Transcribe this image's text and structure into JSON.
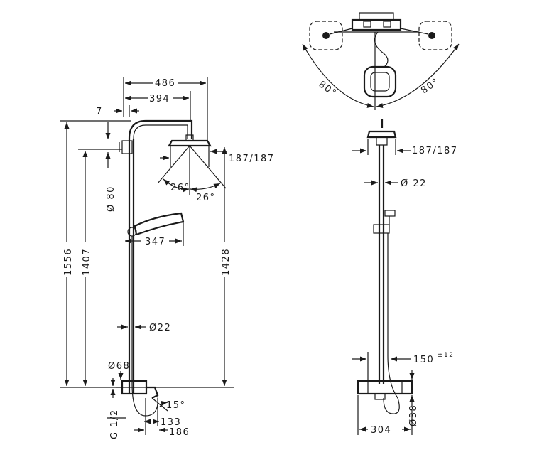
{
  "dimensions": {
    "width_486": "486",
    "width_394": "394",
    "offset_7": "7",
    "head_187": "187/187",
    "head_187_right": "187/187",
    "angle_26_left": "26°",
    "angle_26_right": "26°",
    "diameter_80": "Ø 80",
    "height_1556": "1556",
    "height_1407": "1407",
    "height_1428": "1428",
    "handshower_347": "347",
    "pipe_22": "Ø22",
    "pipe_22_right": "Ø 22",
    "diameter_68": "Ø68",
    "thread_g12": "G 1/2",
    "angle_15": "15°",
    "spout_133": "133",
    "spout_186": "186",
    "angle_80_left": "80°",
    "angle_80_right": "80°",
    "offset_150": "150",
    "tolerance_12": "±12",
    "mixer_304": "304",
    "mixer_38": "Ø38"
  },
  "colors": {
    "line": "#1a1a1a",
    "background": "#ffffff"
  }
}
